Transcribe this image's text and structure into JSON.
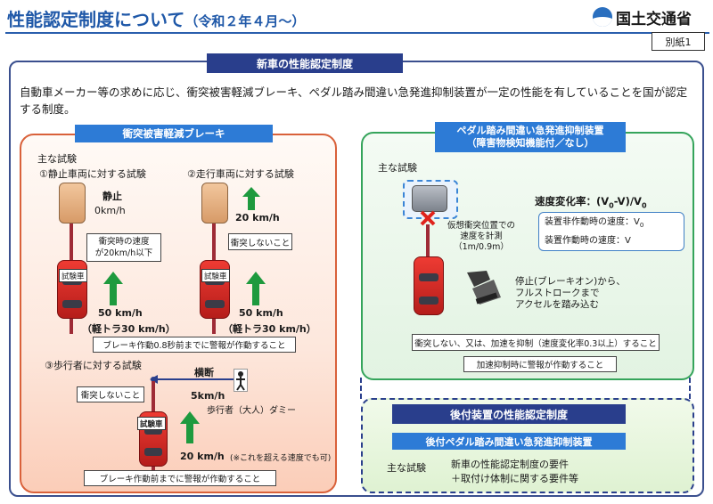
{
  "header": {
    "title_main": "性能認定制度について",
    "title_sub": "（令和２年４月～）",
    "ministry": "国土交通省",
    "annex": "別紙1"
  },
  "main": {
    "section_title": "新車の性能認定制度",
    "intro": "自動車メーカー等の求めに応じ、衝突被害軽減ブレーキ、ペダル踏み間違い急発進抑制装置が一定の性能を有していることを国が認定する制度。"
  },
  "left": {
    "header": "衝突被害軽減ブレーキ",
    "main_tests": "主な試験",
    "test1": {
      "label": "①静止車両に対する試験",
      "status": "静止",
      "speed_target": "0km/h",
      "note_line1": "衝突時の速度",
      "note_line2": "が20km/h以下",
      "test_car": "試験車",
      "speed": "50 km/h",
      "speed_light": "（軽トラ30 km/h）"
    },
    "test2": {
      "label": "②走行車両に対する試験",
      "speed_target": "20 km/h",
      "note": "衝突しないこと",
      "test_car": "試験車",
      "speed": "50 km/h",
      "speed_light": "（軽トラ30 km/h）"
    },
    "alert1": "ブレーキ作動0.8秒前までに警報が作動すること",
    "test3": {
      "label": "③歩行者に対する試験",
      "crossing": "横断",
      "pedestrian_speed": "5km/h",
      "dummy": "歩行者（大人）ダミー",
      "note": "衝突しないこと",
      "test_car": "試験車",
      "speed": "20 km/h",
      "speed_note": "(※これを超える速度でも可)"
    },
    "alert2": "ブレーキ作動前までに警報が作動すること"
  },
  "right": {
    "header_line1": "ペダル踏み間違い急発進抑制装置",
    "header_line2": "（障害物検知機能付／なし）",
    "main_tests": "主な試験",
    "virtual_line1": "仮想衝突位置での",
    "virtual_line2": "速度を計測",
    "virtual_line3": "（1m/0.9m）",
    "rate_title": "速度変化率：(V",
    "rate_title_mid": "-V)/V",
    "rate_sub": "0",
    "nonop": "装置非作動時の速度：V",
    "op": "装置作動時の速度：V",
    "stop_line1": "停止(ブレーキオン)から、",
    "stop_line2": "フルストロークまで",
    "stop_line3": "アクセルを踏み込む",
    "condition": "衝突しない、又は、加速を抑制（速度変化率0.3以上）すること",
    "alert": "加速抑制時に警報が作動すること"
  },
  "bottom": {
    "header1": "後付装置の性能認定制度",
    "header2": "後付ペダル踏み間違い急発進抑制装置",
    "main_tests": "主な試験",
    "req_line1": "新車の性能認定制度の要件",
    "req_line2": "＋取付け体制に関する要件等"
  },
  "colors": {
    "navy": "#293e8c",
    "blue": "#2d7bd6",
    "orange_border": "#d9613a",
    "green_border": "#35a45b",
    "arrow_green": "#1e9a3e"
  }
}
